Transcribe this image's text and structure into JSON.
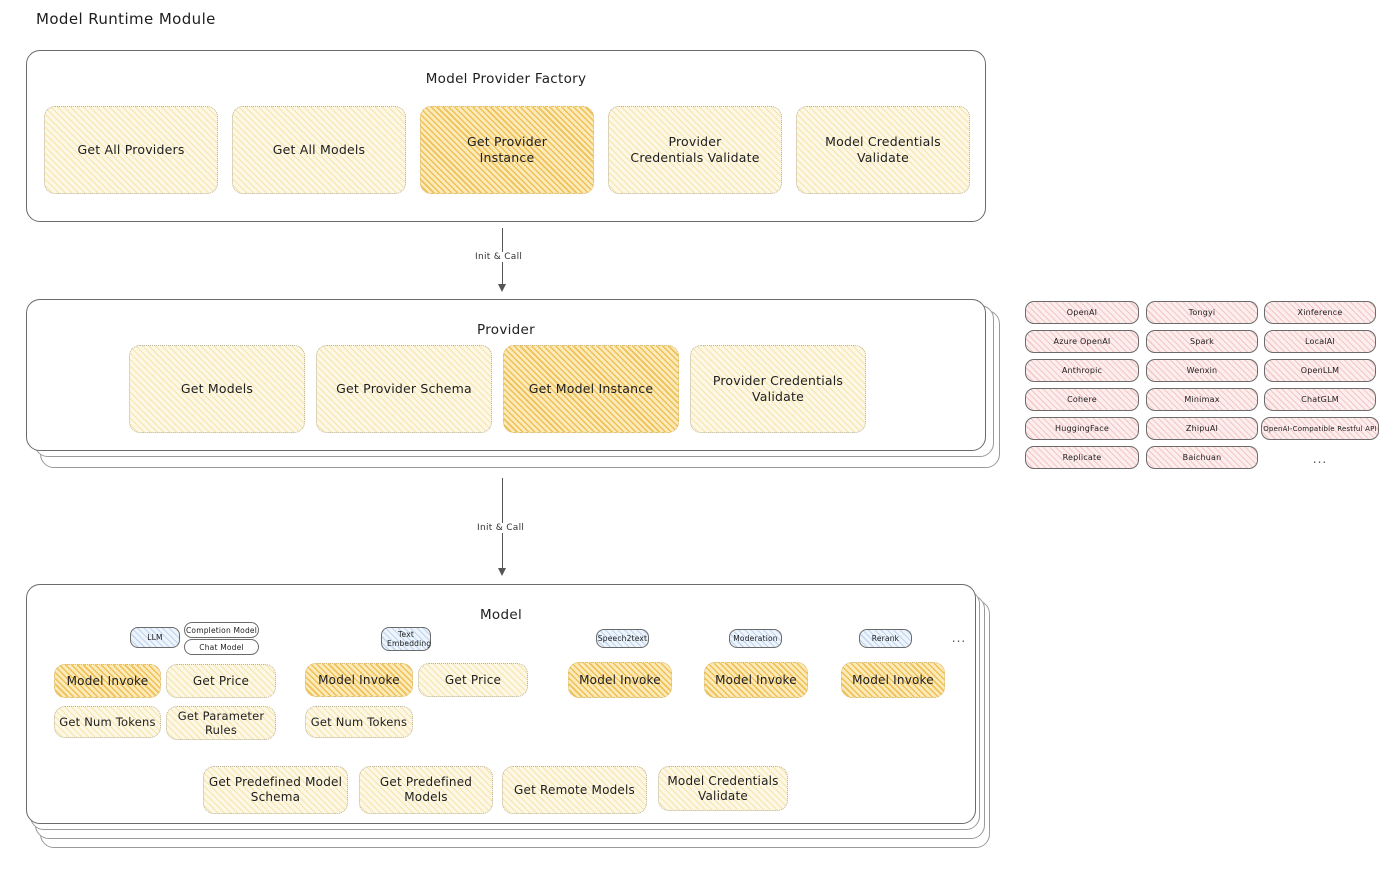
{
  "page": {
    "title": "Model Runtime Module"
  },
  "factory": {
    "title": "Model Provider Factory",
    "items": [
      {
        "label": "Get All Providers",
        "highlight": false
      },
      {
        "label": "Get All Models",
        "highlight": false
      },
      {
        "label": "Get Provider Instance",
        "highlight": true
      },
      {
        "label": "Provider Credentials Validate",
        "highlight": false
      },
      {
        "label": "Model Credentials Validate",
        "highlight": false
      }
    ]
  },
  "arrows": [
    {
      "label": "Init & Call"
    },
    {
      "label": "Init & Call"
    }
  ],
  "provider": {
    "title": "Provider",
    "items": [
      {
        "label": "Get Models",
        "highlight": false
      },
      {
        "label": "Get Provider Schema",
        "highlight": false
      },
      {
        "label": "Get Model Instance",
        "highlight": true
      },
      {
        "label": "Provider Credentials Validate",
        "highlight": false
      }
    ]
  },
  "provider_list": {
    "columns": [
      [
        "OpenAI",
        "Azure OpenAI",
        "Anthropic",
        "Cohere",
        "HuggingFace",
        "Replicate"
      ],
      [
        "Tongyi",
        "Spark",
        "Wenxin",
        "Minimax",
        "ZhipuAI",
        "Baichuan"
      ],
      [
        "Xinference",
        "LocalAI",
        "OpenLLM",
        "ChatGLM",
        "OpenAI-Compatible Restful API"
      ]
    ],
    "more": "..."
  },
  "model": {
    "title": "Model",
    "more": "...",
    "types": [
      {
        "badge": "LLM",
        "sub_badges": [
          "Completion Model",
          "Chat Model"
        ],
        "actions": [
          {
            "label": "Model Invoke",
            "highlight": true
          },
          {
            "label": "Get Price",
            "highlight": false
          },
          {
            "label": "Get Num Tokens",
            "highlight": false
          },
          {
            "label": "Get Parameter Rules",
            "highlight": false
          }
        ]
      },
      {
        "badge": "Text Embedding",
        "sub_badges": [],
        "actions": [
          {
            "label": "Model Invoke",
            "highlight": true
          },
          {
            "label": "Get Price",
            "highlight": false
          },
          {
            "label": "Get Num Tokens",
            "highlight": false
          }
        ]
      },
      {
        "badge": "Speech2text",
        "sub_badges": [],
        "actions": [
          {
            "label": "Model Invoke",
            "highlight": true
          }
        ]
      },
      {
        "badge": "Moderation",
        "sub_badges": [],
        "actions": [
          {
            "label": "Model Invoke",
            "highlight": true
          }
        ]
      },
      {
        "badge": "Rerank",
        "sub_badges": [],
        "actions": [
          {
            "label": "Model Invoke",
            "highlight": true
          }
        ]
      }
    ],
    "common_actions": [
      {
        "label": "Get Predefined Model Schema"
      },
      {
        "label": "Get Predefined Models"
      },
      {
        "label": "Get Remote Models"
      },
      {
        "label": "Model Credentials Validate"
      }
    ]
  },
  "colors": {
    "hachure_light": "#fdf8e6",
    "hachure_dark": "#fbeaba",
    "provider_chip": "#fdeeee",
    "badge_blue": "#eef4fc",
    "stroke": "#6b6b6b"
  }
}
